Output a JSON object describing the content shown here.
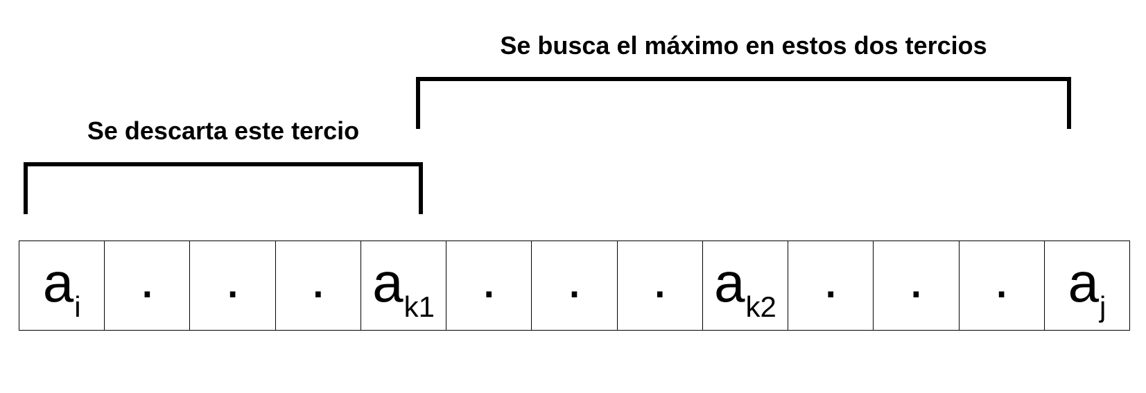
{
  "labels": {
    "right": "Se busca el máximo en estos dos tercios",
    "left": "Se descarta este tercio"
  },
  "cells": [
    {
      "main": "a",
      "sub": "i"
    },
    {
      "main": ".",
      "sub": ""
    },
    {
      "main": ".",
      "sub": ""
    },
    {
      "main": ".",
      "sub": ""
    },
    {
      "main": "a",
      "sub": "k1"
    },
    {
      "main": ".",
      "sub": ""
    },
    {
      "main": ".",
      "sub": ""
    },
    {
      "main": ".",
      "sub": ""
    },
    {
      "main": "a",
      "sub": "k2"
    },
    {
      "main": ".",
      "sub": ""
    },
    {
      "main": ".",
      "sub": ""
    },
    {
      "main": ".",
      "sub": ""
    },
    {
      "main": "a",
      "sub": "j"
    }
  ]
}
